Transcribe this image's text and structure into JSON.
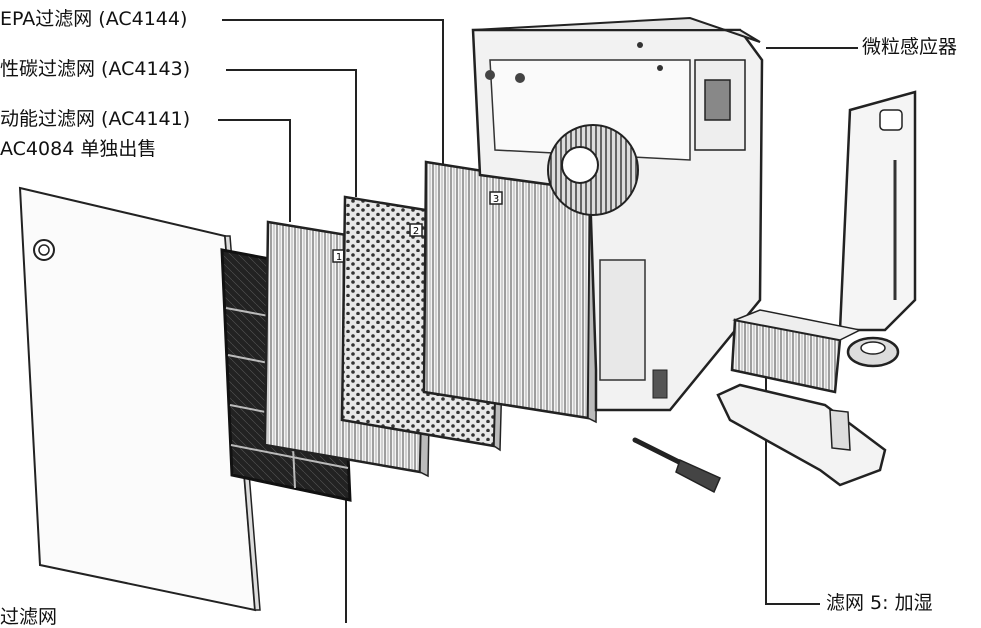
{
  "labels": {
    "hepa_filter": "EPA过滤网 (AC4144)",
    "carbon_filter": "性碳过滤网 (AC4143)",
    "multi_filter": "动能过滤网 (AC4141)",
    "multi_filter_sold": "AC4084 单独出售",
    "particle_sensor": "微粒感应器",
    "humidify_filter": "滤网 5:  加湿",
    "pre_filter": "过滤网"
  },
  "filter_numbers": {
    "first": "1",
    "second": "2",
    "third": "3"
  }
}
